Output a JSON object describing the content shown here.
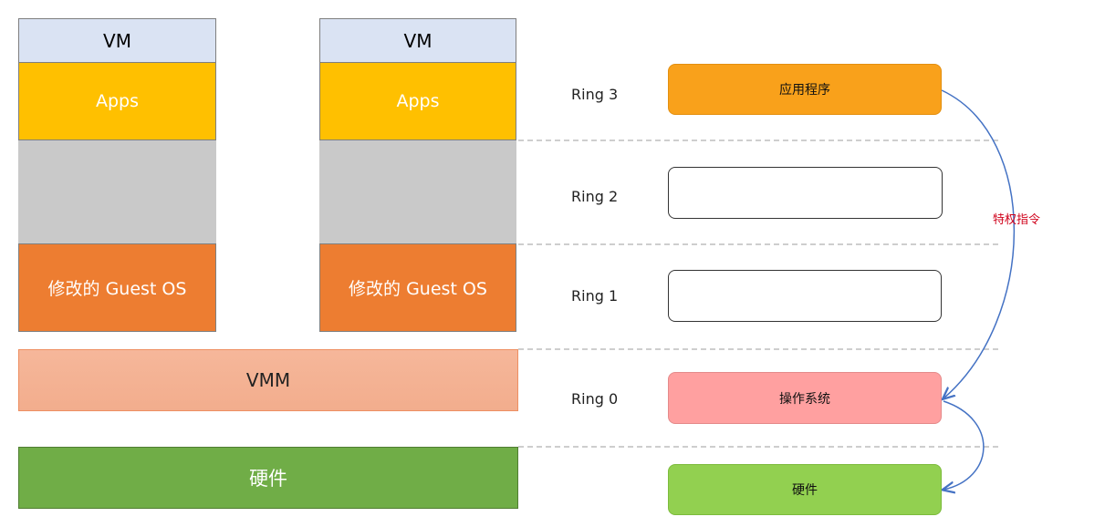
{
  "vm_stacks": [
    {
      "vm": "VM",
      "apps": "Apps",
      "guest_os": "修改的 Guest OS"
    },
    {
      "vm": "VM",
      "apps": "Apps",
      "guest_os": "修改的 Guest OS"
    }
  ],
  "vmm": "VMM",
  "hardware_left": "硬件",
  "rings": [
    "Ring 3",
    "Ring 2",
    "Ring 1",
    "Ring 0"
  ],
  "ring_boxes": {
    "ring3": "应用程序",
    "ring2": "",
    "ring1": "",
    "ring0": "操作系统",
    "hardware": "硬件"
  },
  "arrow_label": "特权指令",
  "colors": {
    "vm_header": "#dae3f3",
    "apps": "#ffc000",
    "guest_os": "#ed7d31",
    "vmm": "#f4b183",
    "hardware_left": "#70ad47",
    "ring3_box": "#f9a11b",
    "ring0_box": "#ffa0a0",
    "hardware_right": "#92d050",
    "arrow": "#4472c4",
    "arrow_label": "#d0021b"
  }
}
